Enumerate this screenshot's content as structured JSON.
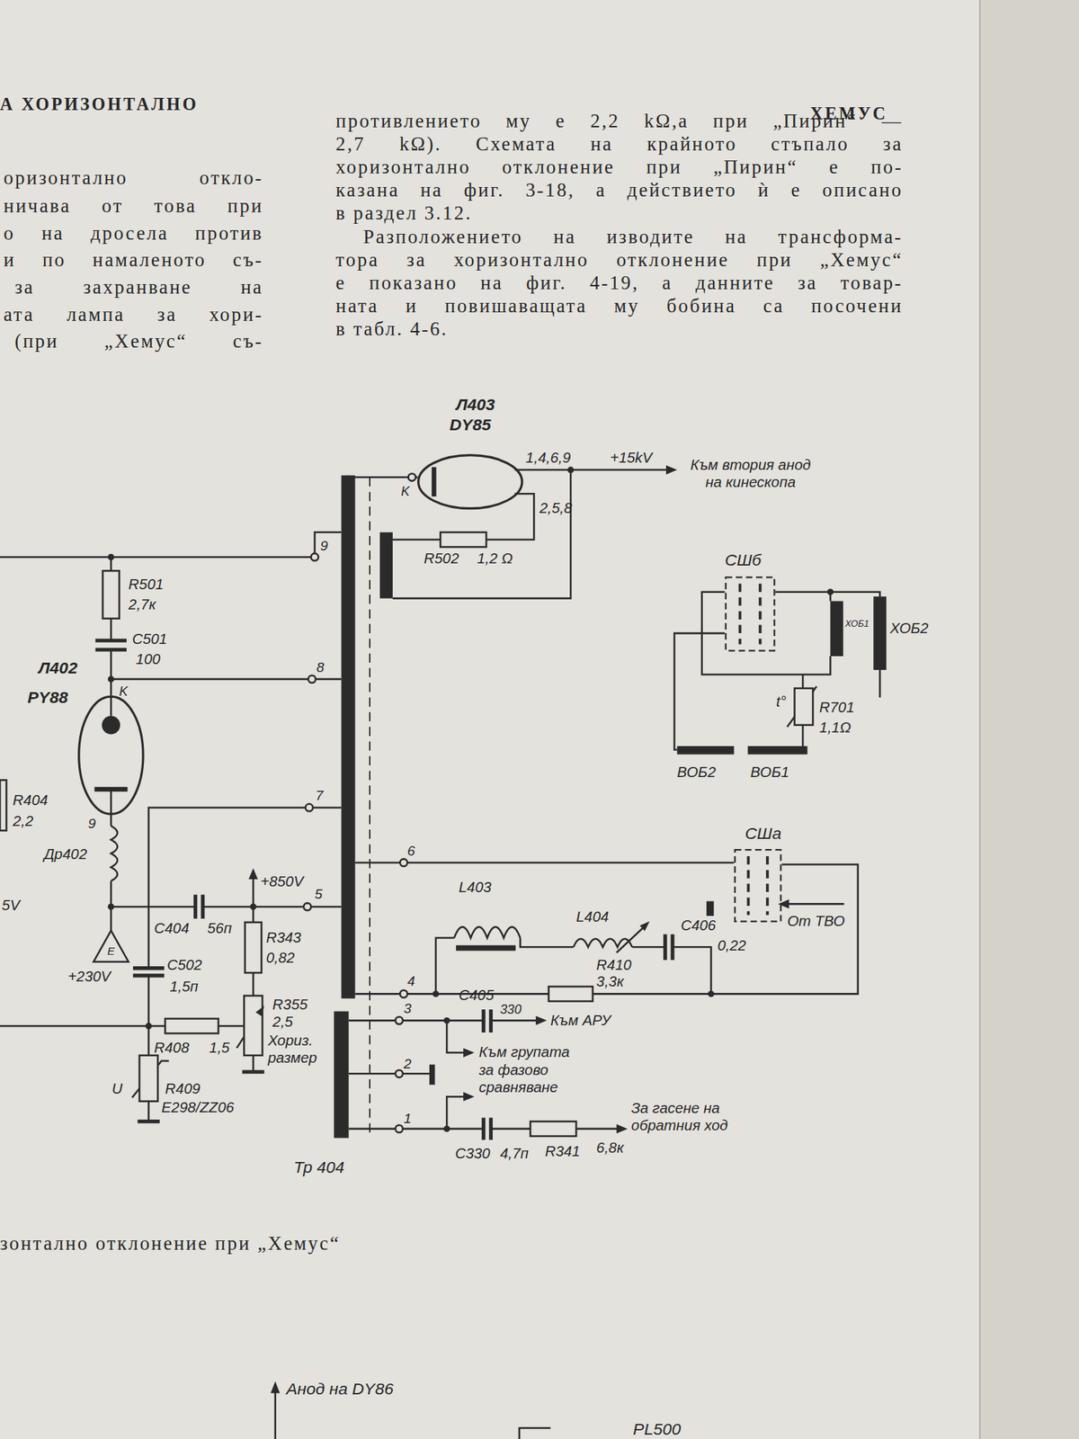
{
  "diagram": {
    "caption": "зонтално отклонение при „Хемус“",
    "nodes": [
      {
        "text": [
          "Л403",
          "DY85"
        ]
      },
      {
        "text": [
          "Л402",
          "PY88"
        ]
      },
      {
        "text": [
          "Тр 404"
        ]
      },
      {
        "text": [
          "СШб"
        ]
      },
      {
        "text": [
          "СШа"
        ]
      }
    ],
    "edges": [
      {
        "from": 0,
        "to": 2,
        "arrow": "none"
      },
      {
        "from": 1,
        "to": 2,
        "arrow": "none"
      },
      {
        "from": 2,
        "to": 4,
        "arrow": "none"
      }
    ],
    "labels": [
      "А ХОРИЗОНТАЛНО",
      "ХЕМУС",
      "оризонтално откло-",
      "ничава от това при",
      "о на дросела против",
      "и по намаленото съ-",
      "за захранване на",
      "ата лампа за хори-",
      "(при „Хемус“ съ-",
      "противлението му е 2,2 kΩ,а при „Пирин“ —",
      "2,7 kΩ). Схемата на крайното стъпало за",
      "хоризонтално отклонение при „Пирин“ е по-",
      "казана на фиг. 3-18, а действието ѝ е описано",
      "в раздел 3.12.",
      "Разположението на изводите на трансформа-",
      "тора за хоризонтално отклонение при „Хемус“",
      "е показано на фиг. 4-19, а данните за товар-",
      "ната и повишаващата му бобина са посочени",
      "в табл. 4-6.",
      "K",
      "1,4,6,9",
      "2,5,8",
      "+15kV",
      "Към втория анод на кинескопа",
      "R502",
      "1,2 Ω",
      "9",
      "R501",
      "2,7к",
      "C501",
      "100",
      "8",
      "K",
      "9",
      "R404",
      "2,2",
      "7",
      "Др402",
      "5V",
      "E",
      "+230V",
      "C404",
      "56п",
      "+850V",
      "5",
      "R343",
      "0,82",
      "C502",
      "1,5п",
      "R355",
      "2,5",
      "Хориз. размер",
      "R408",
      "1,5",
      "U",
      "R409",
      "E298/ZZ06",
      "ХОБ1",
      "ХОБ2",
      "t°",
      "R701",
      "1,1Ω",
      "ВОБ2",
      "ВОБ1",
      "6",
      "L403",
      "L404",
      "R410",
      "3,3к",
      "C406",
      "0,22",
      "От ТВО",
      "4",
      "3",
      "C405",
      "330",
      "Към АРУ",
      "Към групата за фазово сравняване",
      "2",
      "1",
      "C330",
      "4,7п",
      "R341",
      "6,8к",
      "За гасене на обратния ход",
      "Анод на DY86",
      "PL500"
    ]
  }
}
